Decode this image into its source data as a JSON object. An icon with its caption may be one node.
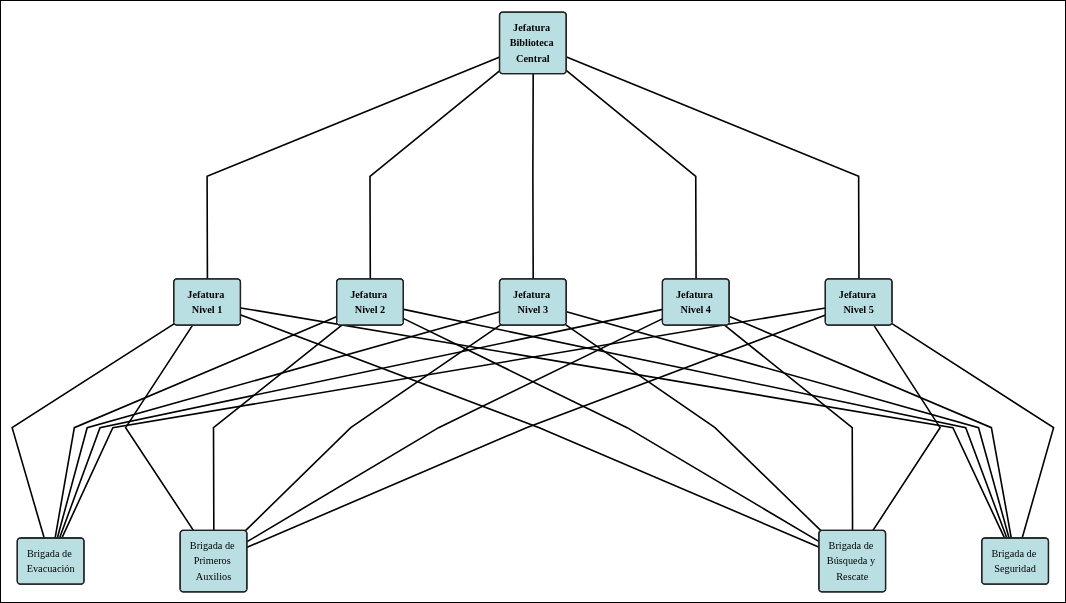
{
  "diagram": {
    "nodes": [
      {
        "text": [
          "Jefatura Biblioteca Central"
        ]
      },
      {
        "text": [
          "Jefatura Nivel 1"
        ]
      },
      {
        "text": [
          "Jefatura Nivel 2"
        ]
      },
      {
        "text": [
          "Jefatura Nivel 3"
        ]
      },
      {
        "text": [
          "Jefatura Nivel 4"
        ]
      },
      {
        "text": [
          "Jefatura Nivel 5"
        ]
      },
      {
        "text": [
          "Brigada de Evacuación"
        ]
      },
      {
        "text": [
          "Brigada de Primeros Auxilios"
        ]
      },
      {
        "text": [
          "Brigada de Búsqueda y Rescate"
        ]
      },
      {
        "text": [
          "Brigada de Seguridad"
        ]
      }
    ],
    "edges": [
      {
        "from": 0,
        "to": 1,
        "arrow": "none"
      },
      {
        "from": 0,
        "to": 2,
        "arrow": "none"
      },
      {
        "from": 0,
        "to": 3,
        "arrow": "none"
      },
      {
        "from": 0,
        "to": 4,
        "arrow": "none"
      },
      {
        "from": 0,
        "to": 5,
        "arrow": "none"
      },
      {
        "from": 1,
        "to": 6,
        "arrow": "none"
      },
      {
        "from": 1,
        "to": 7,
        "arrow": "none"
      },
      {
        "from": 1,
        "to": 8,
        "arrow": "none"
      },
      {
        "from": 1,
        "to": 9,
        "arrow": "none"
      },
      {
        "from": 2,
        "to": 6,
        "arrow": "none"
      },
      {
        "from": 2,
        "to": 7,
        "arrow": "none"
      },
      {
        "from": 2,
        "to": 8,
        "arrow": "none"
      },
      {
        "from": 2,
        "to": 9,
        "arrow": "none"
      },
      {
        "from": 3,
        "to": 6,
        "arrow": "none"
      },
      {
        "from": 3,
        "to": 7,
        "arrow": "none"
      },
      {
        "from": 3,
        "to": 8,
        "arrow": "none"
      },
      {
        "from": 3,
        "to": 9,
        "arrow": "none"
      },
      {
        "from": 4,
        "to": 6,
        "arrow": "none"
      },
      {
        "from": 4,
        "to": 7,
        "arrow": "none"
      },
      {
        "from": 4,
        "to": 8,
        "arrow": "none"
      },
      {
        "from": 4,
        "to": 9,
        "arrow": "none"
      },
      {
        "from": 5,
        "to": 6,
        "arrow": "none"
      },
      {
        "from": 5,
        "to": 7,
        "arrow": "none"
      },
      {
        "from": 5,
        "to": 8,
        "arrow": "none"
      },
      {
        "from": 5,
        "to": 9,
        "arrow": "none"
      }
    ]
  }
}
